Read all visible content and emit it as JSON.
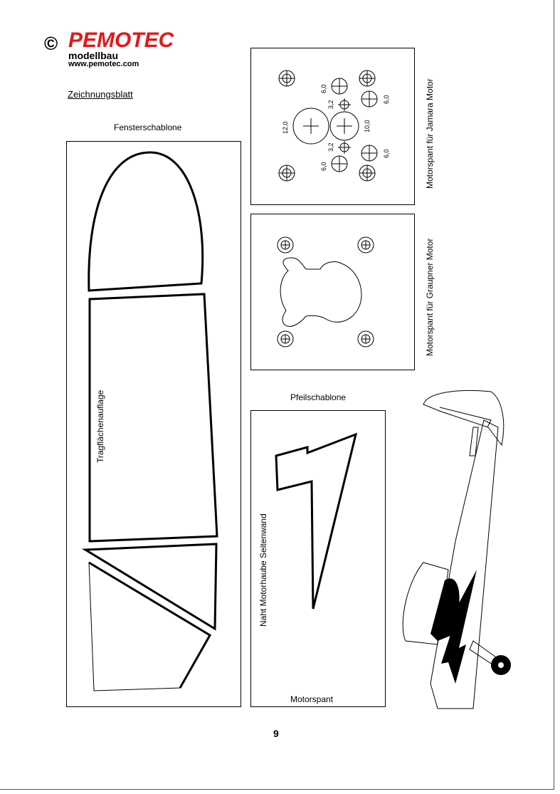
{
  "logo": {
    "copyright": "©",
    "brand": "PEMOTEC",
    "sub1": "modellbau",
    "sub2": "www.pemotec.com"
  },
  "heading": "Zeichnungsblatt",
  "window_template": {
    "title": "Fensterschablone",
    "wing_rest_label": "Tragflächenauflage"
  },
  "jamara_mount": {
    "side_label": "Motorspant für Jamara Motor",
    "dims": {
      "d12": "12,0",
      "d10": "10,0",
      "d6_a": "6,0",
      "d6_b": "6,0",
      "d6_c": "6,0",
      "d6_d": "6,0",
      "d32_a": "3,2",
      "d32_b": "3,2"
    }
  },
  "graupner_mount": {
    "side_label": "Motorspant für Graupner Motor"
  },
  "arrow_template": {
    "title": "Pfeilschablone",
    "side_label": "Naht Motorhaube Seitenwand",
    "bottom_label": "Motorspant"
  },
  "page_number": "9"
}
